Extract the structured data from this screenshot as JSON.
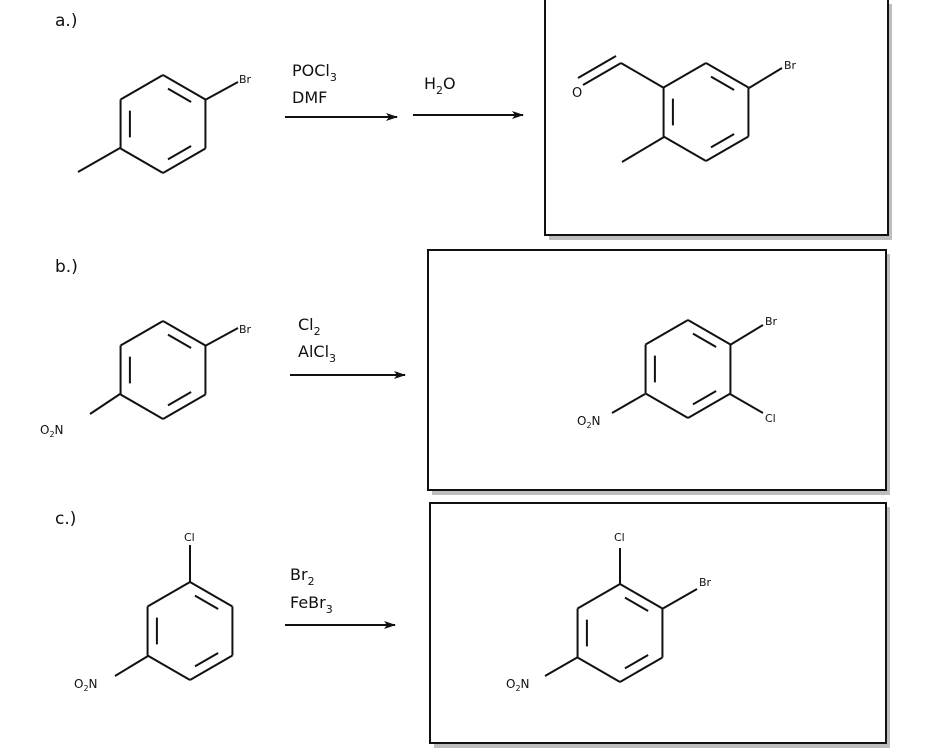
{
  "problems": [
    {
      "label": "a.)",
      "reagents": [
        "POCl",
        "3",
        "DMF"
      ],
      "reagents2": [
        "H",
        "2",
        "O"
      ],
      "reactant_subs": {
        "br": "Br"
      },
      "product_subs": {
        "o": "O",
        "br": "Br"
      }
    },
    {
      "label": "b.)",
      "reagents": [
        "Cl",
        "2",
        "AlCl",
        "3"
      ],
      "reactant_subs": {
        "br": "Br",
        "no2": [
          "O",
          "2",
          "N"
        ]
      },
      "product_subs": {
        "br": "Br",
        "cl": "Cl",
        "no2": [
          "O",
          "2",
          "N"
        ]
      }
    },
    {
      "label": "c.)",
      "reagents": [
        "Br",
        "2",
        "FeBr",
        "3"
      ],
      "reactant_subs": {
        "cl": "Cl",
        "no2": [
          "O",
          "2",
          "N"
        ]
      },
      "product_subs": {
        "cl": "Cl",
        "br": "Br",
        "no2": [
          "O",
          "2",
          "N"
        ]
      }
    }
  ],
  "colors": {
    "ink": "#111111",
    "shadow": "#bdbdbd"
  }
}
